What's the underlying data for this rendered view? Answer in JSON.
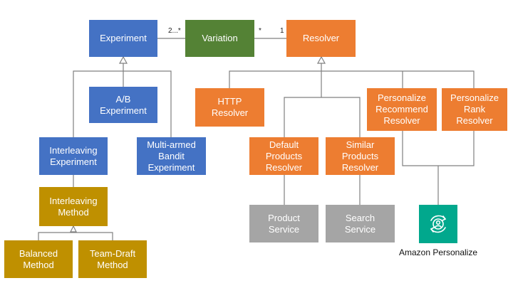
{
  "colors": {
    "blue": "#4472C4",
    "green": "#548235",
    "orange": "#ED7D31",
    "gold": "#BF9000",
    "gray": "#A5A5A5",
    "teal": "#01A88D",
    "line": "#808080"
  },
  "nodes": {
    "experiment": "Experiment",
    "variation": "Variation",
    "resolver": "Resolver",
    "ab_experiment": "A/B\nExperiment",
    "interleaving_experiment": "Interleaving\nExperiment",
    "multi_armed_bandit": "Multi-armed\nBandit\nExperiment",
    "interleaving_method": "Interleaving\nMethod",
    "balanced_method": "Balanced\nMethod",
    "team_draft_method": "Team-Draft\nMethod",
    "http_resolver": "HTTP\nResolver",
    "personalize_recommend": "Personalize\nRecommend\nResolver",
    "personalize_rank": "Personalize\nRank\nResolver",
    "default_products": "Default\nProducts\nResolver",
    "similar_products": "Similar\nProducts\nResolver",
    "product_service": "Product\nService",
    "search_service": "Search\nService"
  },
  "multiplicities": {
    "experiment_variation": "2...*",
    "variation_resolver_left": "*",
    "variation_resolver_right": "1"
  },
  "external": {
    "icon": "amazon-personalize-icon",
    "label": "Amazon Personalize"
  }
}
